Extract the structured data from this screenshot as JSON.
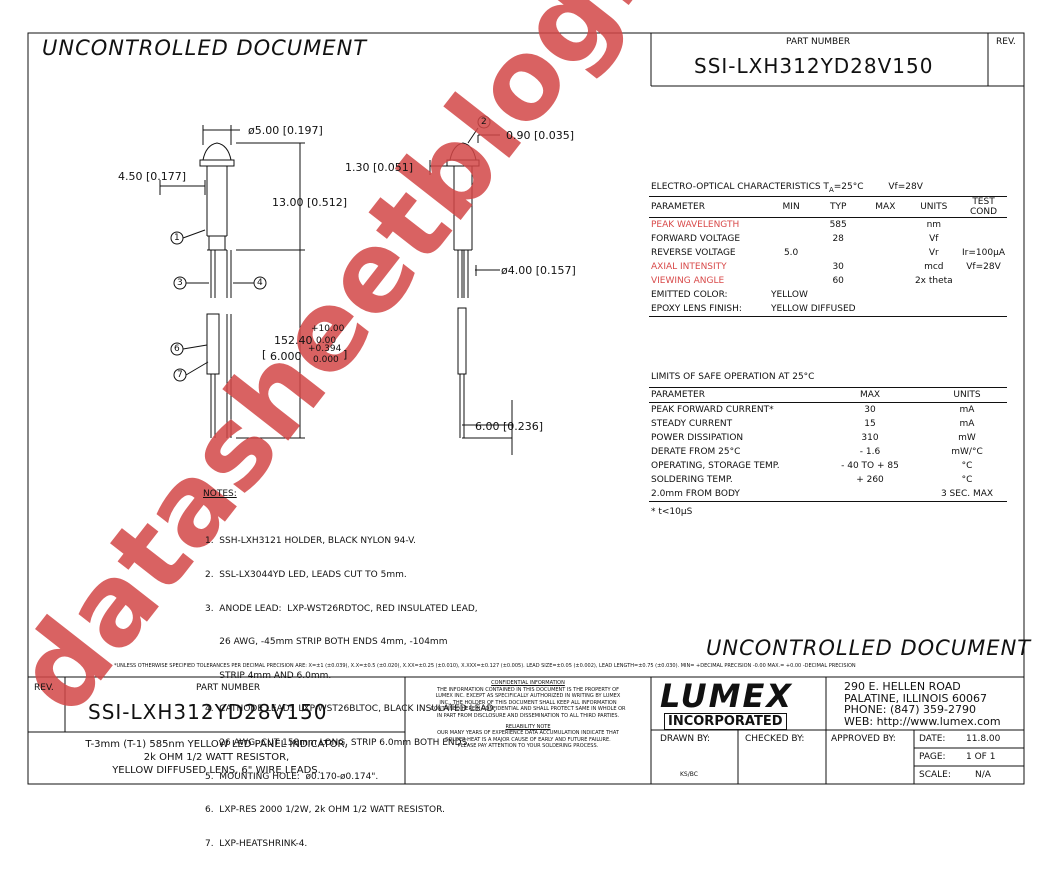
{
  "header": {
    "uncontrolled": "UNCONTROLLED DOCUMENT",
    "part_number_label": "PART NUMBER",
    "part_number": "SSI-LXH312YD28V150",
    "rev_label": "REV."
  },
  "drawing": {
    "dim_dia": "ø5.00 [0.197]",
    "dim_450": "4.50 [0.177]",
    "dim_1300": "13.00 [0.512]",
    "dim_130": "1.30 [0.051]",
    "dim_090": "0.90 [0.035]",
    "dim_dia4": "ø4.00 [0.157]",
    "dim_15240": "152.40",
    "tol_plus": "+10.00",
    "tol_zero": "0.00",
    "dim_6000": "6.000",
    "tol_plus2": "+0.394",
    "tol_zero2": "0.000",
    "dim_600": "6.00 [0.236]",
    "balloons": [
      "1",
      "2",
      "3",
      "4",
      "6",
      "7"
    ]
  },
  "electro": {
    "title": "ELECTRO-OPTICAL CHARACTERISTICS T",
    "title_sub": "A",
    "title_tail": "=25°C",
    "title_vf": "Vf=28V",
    "headers": [
      "PARAMETER",
      "MIN",
      "TYP",
      "MAX",
      "UNITS",
      "TEST COND"
    ],
    "rows": [
      [
        "PEAK WAVELENGTH",
        "",
        "585",
        "",
        "nm",
        ""
      ],
      [
        "FORWARD VOLTAGE",
        "",
        "28",
        "",
        "Vf",
        ""
      ],
      [
        "REVERSE VOLTAGE",
        "5.0",
        "",
        "",
        "Vr",
        "Ir=100µA"
      ],
      [
        "AXIAL INTENSITY",
        "",
        "30",
        "",
        "mcd",
        "Vf=28V"
      ],
      [
        "VIEWING ANGLE",
        "",
        "60",
        "",
        "2x theta",
        ""
      ]
    ],
    "emitted_label": "EMITTED COLOR:",
    "emitted_value": "YELLOW",
    "epoxy_label": "EPOXY LENS FINISH:",
    "epoxy_value": "YELLOW DIFFUSED"
  },
  "limits": {
    "title": "LIMITS OF SAFE OPERATION AT 25°C",
    "headers": [
      "PARAMETER",
      "MAX",
      "UNITS"
    ],
    "rows": [
      [
        "PEAK FORWARD CURRENT*",
        "30",
        "mA"
      ],
      [
        "STEADY CURRENT",
        "15",
        "mA"
      ],
      [
        "POWER DISSIPATION",
        "310",
        "mW"
      ],
      [
        "DERATE FROM 25°C",
        "- 1.6",
        "mW/°C"
      ],
      [
        "OPERATING, STORAGE TEMP.",
        "- 40 TO + 85",
        "°C"
      ],
      [
        "SOLDERING TEMP.",
        "+ 260",
        "°C"
      ],
      [
        "2.0mm FROM BODY",
        "",
        "3 SEC. MAX"
      ]
    ],
    "footnote": "* t<10µS"
  },
  "notes": {
    "title": "NOTES:",
    "lines": [
      "1.  SSH-LXH3121 HOLDER, BLACK NYLON 94-V.",
      "2.  SSL-LX3044YD LED, LEADS CUT TO 5mm.",
      "3.  ANODE LEAD:  LXP-WST26RDTOC, RED INSULATED LEAD,",
      "     26 AWG, -45mm STRIP BOTH ENDS 4mm, -104mm",
      "     STRIP 4mm AND 6.0mm.",
      "4.  CATHODE LEAD:  LXP-WST26BLTOC, BLACK INSULATED LEAD,",
      "     26 AWG, CUT 158mm LONG, STRIP 6.0mm BOTH ENDS.",
      "5.  MOUNTING HOLE:  ø0.170-ø0.174\".",
      "6.  LXP-RES 2000 1/2W, 2k OHM 1/2 WATT RESISTOR.",
      "7.  LXP-HEATSHRINK-4."
    ]
  },
  "footer_tolerance": "*UNLESS OTHERWISE SPECIFIED TOLERANCES PER DECIMAL PRECISION ARE: X=±1 (±0.039), X.X=±0.5 (±0.020), X.XX=±0.25 (±0.010), X.XXX=±0.127 (±0.005).  LEAD SIZE=±0.05 (±0.002), LEAD LENGTH=±0.75 (±0.030). MIN= +DECIMAL PRECISION -0.00   MAX.= +0.00 -DECIMAL PRECISION",
  "title_block": {
    "rev_label": "REV.",
    "part_number_label": "PART NUMBER",
    "part_number": "SSI-LXH312YD28V150",
    "desc_lines": [
      "T-3mm (T-1) 585nm YELLOW LED PANEL INDICATOR,",
      "2k OHM 1/2 WATT RESISTOR,",
      "YELLOW DIFFUSED LENS, 6\" WIRE LEADS."
    ],
    "conf_title": "CONFIDENTIAL INFORMATION",
    "conf_lines": [
      "THE INFORMATION CONTAINED IN THIS DOCUMENT IS THE PROPERTY OF",
      "LUMEX INC.  EXCEPT AS SPECIFICALLY AUTHORIZED IN WRITING BY LUMEX",
      "INC., THE HOLDER OF THIS DOCUMENT SHALL KEEP ALL INFORMATION",
      "CONTAINED HEREIN CONFIDENTIAL AND SHALL PROTECT SAME IN WHOLE OR",
      "IN PART FROM DISCLOSURE AND DISSEMINATION TO ALL THIRD PARTIES."
    ],
    "rel_title": "RELIABILITY NOTE",
    "rel_lines": [
      "OUR MANY YEARS OF EXPERIENCE DATA ACCUMULATION INDICATE THAT",
      "SOLDER HEAT IS A MAJOR CAUSE OF EARLY AND FUTURE FAILURE.",
      "PLEASE PAY ATTENTION TO YOUR SOLDERING PROCESS."
    ],
    "logo": "LUMEX",
    "logo_sub": "INCORPORATED",
    "address": [
      "290 E. HELLEN ROAD",
      "PALATINE, ILLINOIS  60067",
      "PHONE: (847) 359-2790",
      "WEB: http://www.lumex.com"
    ],
    "drawn_label": "DRAWN BY:",
    "drawn_value": "KS/BC",
    "checked_label": "CHECKED BY:",
    "approved_label": "APPROVED BY:",
    "date_label": "DATE:",
    "date_value": "11.8.00",
    "page_label": "PAGE:",
    "page_value": "1 OF 1",
    "scale_label": "SCALE:",
    "scale_value": "N/A"
  },
  "uncontrolled_bottom": "UNCONTROLLED DOCUMENT",
  "watermark": "datasheetblog.com"
}
